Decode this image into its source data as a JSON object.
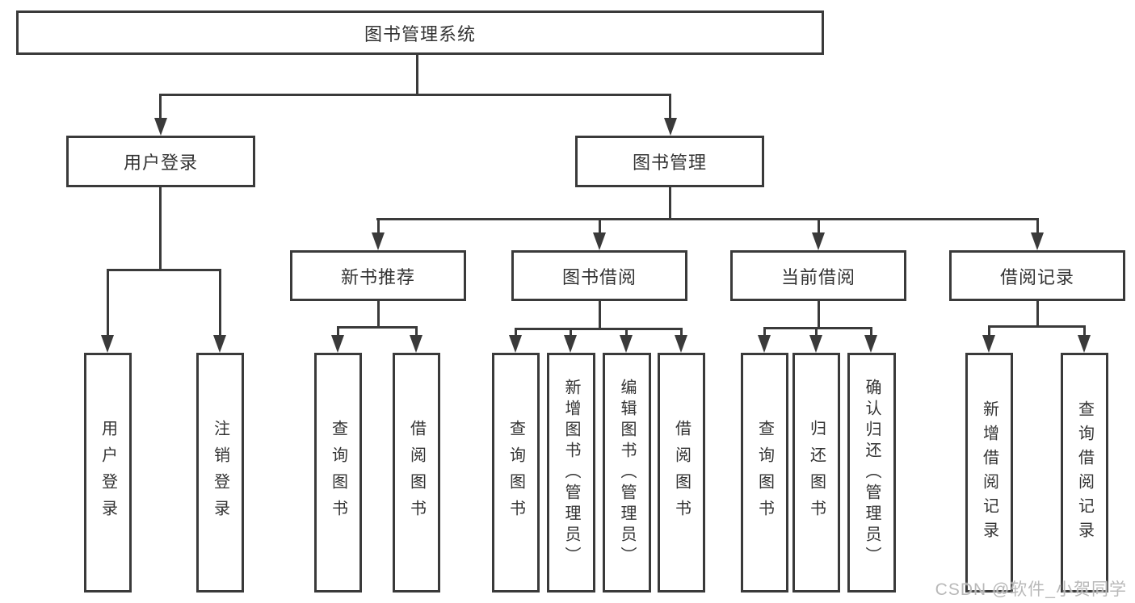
{
  "diagram": {
    "title_node": {
      "label": "图书管理系统"
    },
    "level2": [
      {
        "id": "user-login",
        "label": "用户登录"
      },
      {
        "id": "book-management",
        "label": "图书管理"
      }
    ],
    "level3": [
      {
        "id": "new-book-recommend",
        "label": "新书推荐"
      },
      {
        "id": "book-borrowing",
        "label": "图书借阅"
      },
      {
        "id": "current-borrowing",
        "label": "当前借阅"
      },
      {
        "id": "borrowing-records",
        "label": "借阅记录"
      }
    ],
    "leaves": [
      {
        "parent": "用户登录",
        "label": "用户登录"
      },
      {
        "parent": "用户登录",
        "label": "注销登录"
      },
      {
        "parent": "新书推荐",
        "label": "查询图书"
      },
      {
        "parent": "新书推荐",
        "label": "借阅图书"
      },
      {
        "parent": "图书借阅",
        "label": "查询图书"
      },
      {
        "parent": "图书借阅",
        "label": "新增图书（管理员）"
      },
      {
        "parent": "图书借阅",
        "label": "编辑图书（管理员）"
      },
      {
        "parent": "图书借阅",
        "label": "借阅图书"
      },
      {
        "parent": "当前借阅",
        "label": "查询图书"
      },
      {
        "parent": "当前借阅",
        "label": "归还图书"
      },
      {
        "parent": "当前借阅",
        "label": "确认归还（管理员）"
      },
      {
        "parent": "借阅记录",
        "label": "新增借阅记录"
      },
      {
        "parent": "借阅记录",
        "label": "查询借阅记录"
      }
    ]
  },
  "watermark": {
    "text": "CSDN @软件_小贺同学"
  },
  "colors": {
    "line": "#3a3a3a",
    "text": "#333333",
    "background": "#ffffff",
    "watermark": "#b9b9b9"
  }
}
